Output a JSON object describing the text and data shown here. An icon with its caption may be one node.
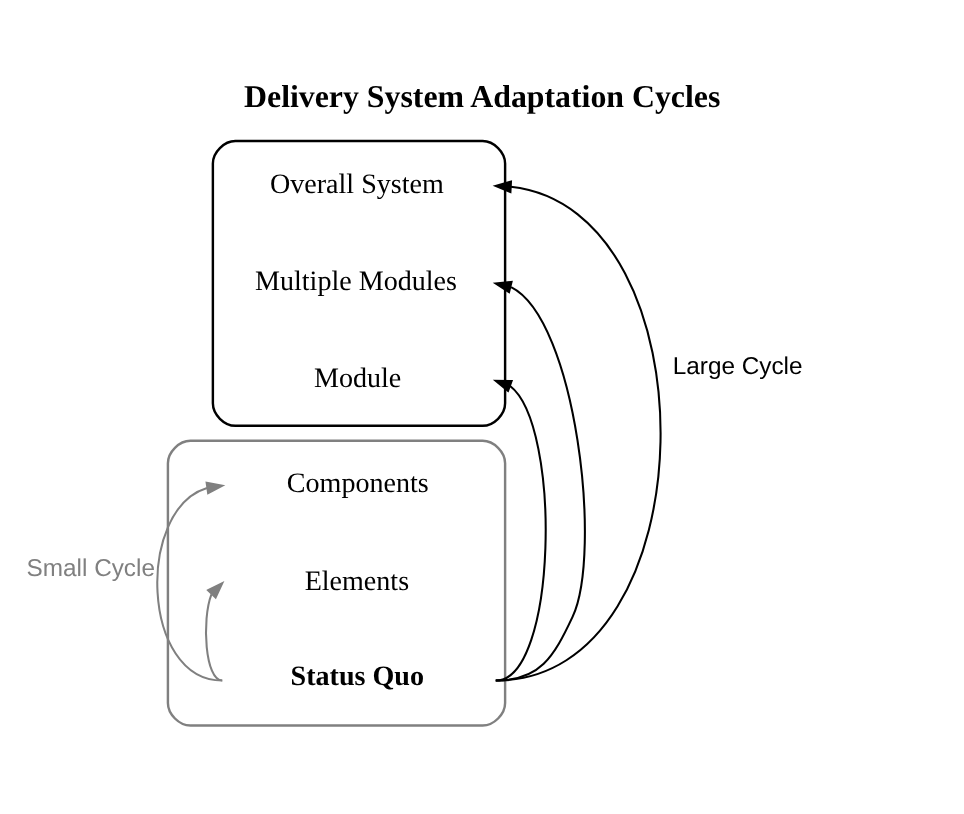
{
  "diagram": {
    "title": "Delivery System Adaptation Cycles",
    "nodes": [
      {
        "text": [],
        "shape": "box"
      },
      {
        "text": [
          "Overall System"
        ],
        "in": 0
      },
      {
        "text": [
          "Multiple Modules"
        ],
        "in": 0
      },
      {
        "text": [
          "Module"
        ],
        "in": 0
      },
      {
        "text": [],
        "shape": "box"
      },
      {
        "text": [
          "Components"
        ],
        "in": 4
      },
      {
        "text": [
          "Elements"
        ],
        "in": 4
      },
      {
        "text": [
          "Status Quo"
        ],
        "in": 4
      }
    ],
    "edges": [
      {
        "from": 7,
        "to": 1,
        "arrow": "to",
        "label": "Large Cycle"
      },
      {
        "from": 7,
        "to": 2,
        "arrow": "to"
      },
      {
        "from": 7,
        "to": 3,
        "arrow": "to"
      },
      {
        "from": 7,
        "to": 5,
        "arrow": "to",
        "label": "Small Cycle",
        "color": "#808080"
      },
      {
        "from": 7,
        "to": 6,
        "arrow": "to",
        "color": "#808080"
      }
    ]
  }
}
